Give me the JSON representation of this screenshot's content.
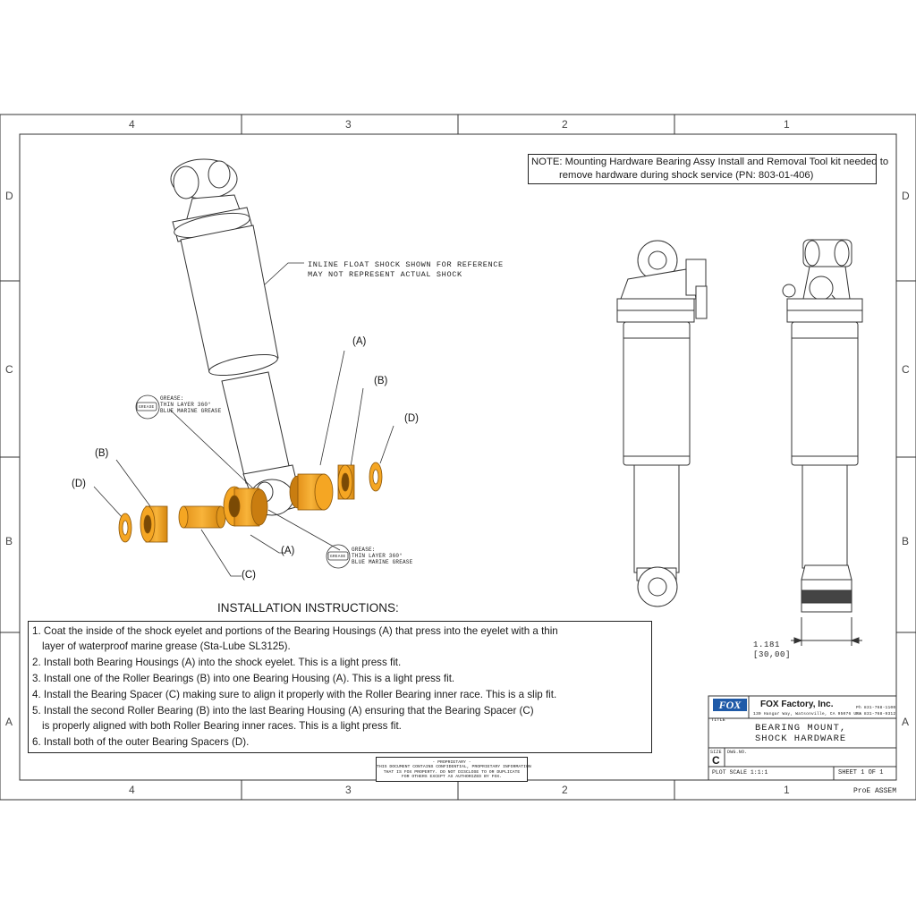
{
  "zones": {
    "columns": [
      "4",
      "3",
      "2",
      "1"
    ],
    "rows": [
      "D",
      "C",
      "B",
      "A"
    ]
  },
  "note": {
    "line1": "NOTE: Mounting Hardware Bearing Assy Install and Removal Tool kit needed to",
    "line2": "remove hardware during shock service (PN: 803-01-406)"
  },
  "callouts": {
    "reference_line1": "INLINE FLOAT SHOCK SHOWN FOR REFERENCE",
    "reference_line2": "MAY NOT REPRESENT ACTUAL SHOCK",
    "grease_left": [
      "GREASE:",
      "THIN LAYER 360°",
      "BLUE MARINE GREASE"
    ],
    "grease_right": [
      "GREASE:",
      "THIN LAYER 360°",
      "BLUE MARINE GREASE"
    ],
    "grease_icon_text": "GREASE"
  },
  "part_labels": {
    "a_right": "(A)",
    "b_right": "(B)",
    "d_right": "(D)",
    "b_left": "(B)",
    "d_left": "(D)",
    "a_bottom": "(A)",
    "c_bottom": "(C)"
  },
  "dimension": {
    "inches": "1.181",
    "mm": "[30,00]"
  },
  "instructions": {
    "title": "INSTALLATION INSTRUCTIONS:",
    "steps": [
      "1. Coat the inside of the shock eyelet and portions of the Bearing Housings (A) that press into the eyelet with a thin",
      "layer of waterproof marine grease (Sta-Lube SL3125).",
      "2. Install both Bearing Housings (A) into the shock eyelet. This is a light press fit.",
      "3. Install one of the Roller Bearings (B) into one Bearing Housing (A). This is a light press fit.",
      "4. Install the Bearing Spacer (C) making sure to align it properly with the Roller Bearing inner race. This is a slip fit.",
      "5. Install the second Roller Bearing (B) into the last Bearing Housing (A) ensuring that the Bearing Spacer (C)",
      "is properly aligned with both Roller Bearing inner races. This is a light press fit.",
      "6. Install both of the outer Bearing Spacers (D)."
    ]
  },
  "proprietary": {
    "lines": [
      "- PROPRIETARY -",
      "THIS DOCUMENT CONTAINS CONFIDENTIAL, PROPRIETARY INFORMATION",
      "THAT IS FOX PROPERTY.  DO NOT DISCLOSE TO OR DUPLICATE",
      "FOR OTHERS EXCEPT AS AUTHORIZED BY FOX."
    ]
  },
  "title_block": {
    "logo": "FOX",
    "company": "FOX Factory, Inc.",
    "address": "130 Hangar Way, Watsonville, CA 95076 USA",
    "phone": "Ph 831-768-1100",
    "fax": "Fx 831-768-9312",
    "title_label": "TITLE",
    "title_line1": "BEARING MOUNT,",
    "title_line2": "SHOCK HARDWARE",
    "size_label": "SIZE",
    "size_value": "C",
    "dwg_no_label": "DWG.NO.",
    "plot_scale": "PLOT SCALE  1:1:1",
    "sheet": "SHEET 1 OF 1",
    "footer": "ProE ASSEM"
  },
  "colors": {
    "part_fill": "#f5a623",
    "part_stroke": "#b4730d",
    "line": "#222222"
  }
}
